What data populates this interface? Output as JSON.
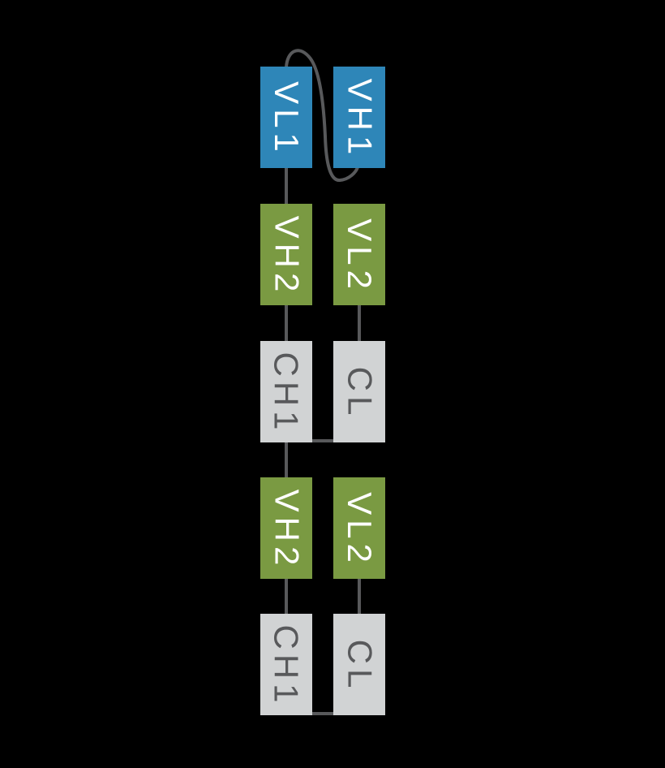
{
  "colors": {
    "background": "#000000",
    "blue": "#2E86B8",
    "green": "#7A9A42",
    "gray": "#D1D3D4",
    "connector": "#58595B",
    "white_text": "#FFFFFF",
    "gray_text": "#58595B"
  },
  "domains": [
    {
      "label": "VL1",
      "color": "#2E86B8",
      "text_color": "#FFFFFF",
      "chain": "left",
      "row": 1
    },
    {
      "label": "VH1",
      "color": "#2E86B8",
      "text_color": "#FFFFFF",
      "chain": "right",
      "row": 1
    },
    {
      "label": "VH2",
      "color": "#7A9A42",
      "text_color": "#FFFFFF",
      "chain": "left",
      "row": 2
    },
    {
      "label": "VL2",
      "color": "#7A9A42",
      "text_color": "#FFFFFF",
      "chain": "right",
      "row": 2
    },
    {
      "label": "CH1",
      "color": "#D1D3D4",
      "text_color": "#58595B",
      "chain": "left",
      "row": 3
    },
    {
      "label": "CL",
      "color": "#D1D3D4",
      "text_color": "#58595B",
      "chain": "right",
      "row": 3
    },
    {
      "label": "VH2",
      "color": "#7A9A42",
      "text_color": "#FFFFFF",
      "chain": "left",
      "row": 4
    },
    {
      "label": "VL2",
      "color": "#7A9A42",
      "text_color": "#FFFFFF",
      "chain": "right",
      "row": 4
    },
    {
      "label": "CH1",
      "color": "#D1D3D4",
      "text_color": "#58595B",
      "chain": "left",
      "row": 5
    },
    {
      "label": "CL",
      "color": "#D1D3D4",
      "text_color": "#58595B",
      "chain": "right",
      "row": 5
    }
  ],
  "connections": [
    {
      "type": "linker-loop",
      "from": "VL1 top",
      "to": "VH1 bottom"
    },
    {
      "type": "bond",
      "from": "VL1",
      "to": "VH2 upper"
    },
    {
      "type": "bond",
      "from": "VH2 upper",
      "to": "CH1 upper"
    },
    {
      "type": "bond",
      "from": "VL2 upper",
      "to": "CL upper"
    },
    {
      "type": "bond",
      "from": "CH1 upper",
      "to": "VH2 lower"
    },
    {
      "type": "bond",
      "from": "VH2 lower",
      "to": "CH1 lower"
    },
    {
      "type": "bond",
      "from": "VL2 lower",
      "to": "CL lower"
    },
    {
      "type": "disulfide",
      "from": "CH1 upper",
      "to": "CL upper"
    },
    {
      "type": "disulfide",
      "from": "CH1 lower",
      "to": "CL lower"
    }
  ]
}
